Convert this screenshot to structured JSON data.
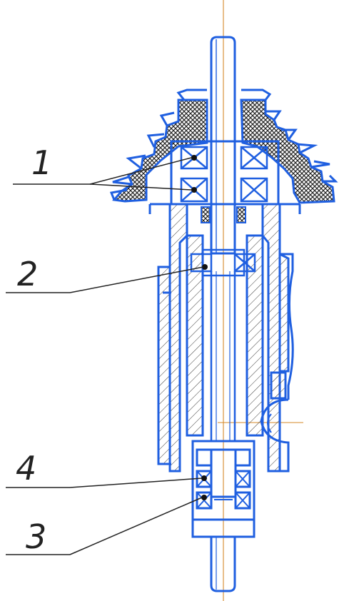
{
  "drawing": {
    "colors": {
      "outline": "#1f5fe0",
      "hatch": "#3a3a3a",
      "centerline": "#d4882a",
      "leader": "#222222",
      "background": "#ffffff"
    },
    "callouts": [
      {
        "id": "1",
        "label": "1"
      },
      {
        "id": "2",
        "label": "2"
      },
      {
        "id": "4",
        "label": "4"
      },
      {
        "id": "3",
        "label": "3"
      }
    ]
  }
}
